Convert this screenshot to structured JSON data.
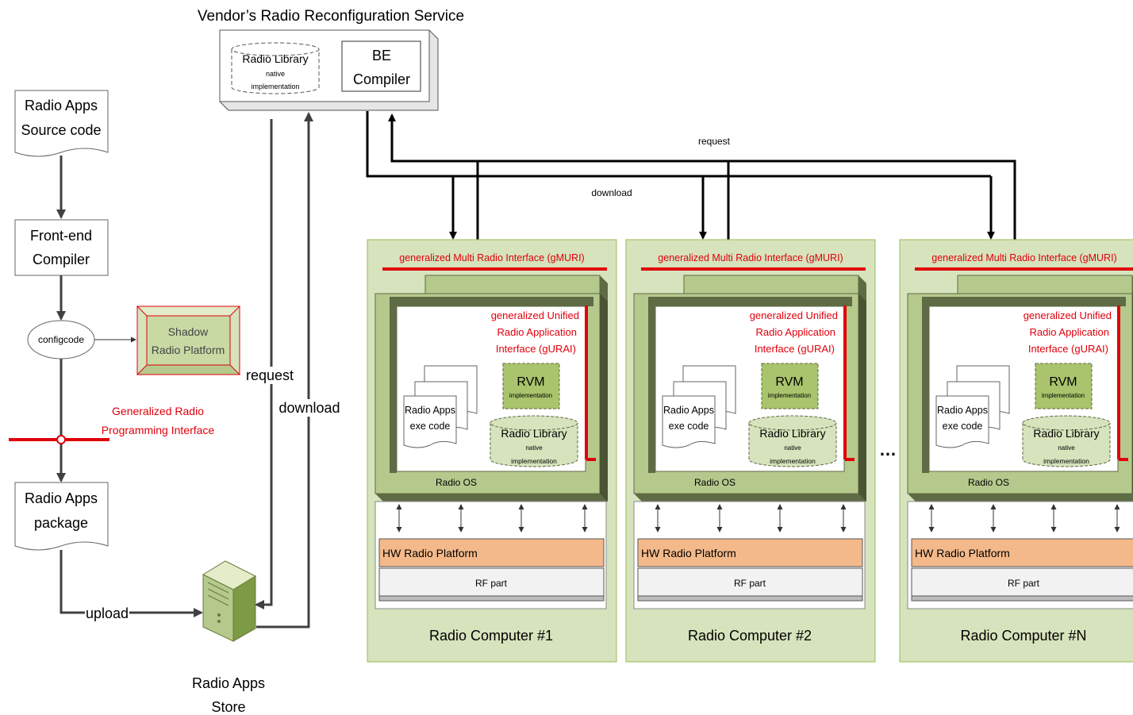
{
  "service": {
    "title": "Vendor’s Radio Reconfiguration Service",
    "lib_line1": "Radio Library",
    "lib_line2": "native",
    "lib_line3": "implementation",
    "be_line1": "BE",
    "be_line2": "Compiler"
  },
  "left": {
    "source_line1": "Radio Apps",
    "source_line2": "Source code",
    "fe_line1": "Front-end",
    "fe_line2": "Compiler",
    "configcode": "configcode",
    "shadow_line1": "Shadow",
    "shadow_line2": "Radio Platform",
    "grpi_line1": "Generalized Radio",
    "grpi_line2": "Programming Interface",
    "package_line1": "Radio Apps",
    "package_line2": "package",
    "upload": "upload",
    "store_line1": "Radio Apps",
    "store_line2": "Store"
  },
  "links": {
    "request_vertical": "request",
    "download_vertical": "download",
    "request_top": "request",
    "download_top": "download"
  },
  "computer_common": {
    "gmuri": "generalized Multi Radio Interface (gMURI)",
    "gurai_line1": "generalized Unified",
    "gurai_line2": "Radio Application",
    "gurai_line3": "Interface (gURAI)",
    "rvm": "RVM",
    "rvm_sub": "implementation",
    "exe_line1": "Radio Apps",
    "exe_line2": "exe code",
    "lib_line1": "Radio Library",
    "lib_line2": "native",
    "lib_line3": "implementation",
    "radio_os": "Radio OS",
    "hw": "HW Radio Platform",
    "rf": "RF part"
  },
  "computers": [
    {
      "title": "Radio Computer #1"
    },
    {
      "title": "Radio Computer #2"
    },
    {
      "title": "Radio Computer #N"
    }
  ],
  "ellipsis": "…",
  "colors": {
    "green_fill": "#d6e3bc",
    "green_border": "#9bbb59",
    "dark_green": "#5f6b45",
    "mid_green": "#b5c98d",
    "accent_red": "#e0000b",
    "hw_orange": "#f4b98a",
    "rvm_green": "#a9c46c",
    "line": "#404040"
  }
}
